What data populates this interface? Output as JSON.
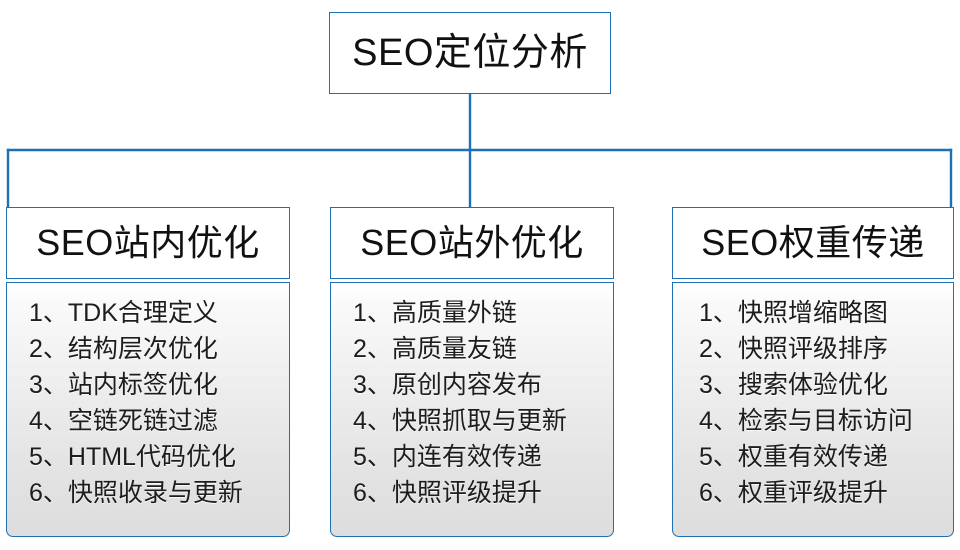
{
  "diagram": {
    "type": "organization-tree",
    "root": {
      "label": "SEO定位分析"
    },
    "accent_color": "#1f6fb5",
    "branches": [
      {
        "id": "on-site",
        "header": "SEO站内优化",
        "items": [
          "1、TDK合理定义",
          "2、结构层次优化",
          "3、站内标签优化",
          "4、空链死链过滤",
          "5、HTML代码优化",
          "6、快照收录与更新"
        ]
      },
      {
        "id": "off-site",
        "header": "SEO站外优化",
        "items": [
          "1、高质量外链",
          "2、高质量友链",
          "3、原创内容发布",
          "4、快照抓取与更新",
          "5、内连有效传递",
          "6、快照评级提升"
        ]
      },
      {
        "id": "weight-transfer",
        "header": "SEO权重传递",
        "items": [
          "1、快照增缩略图",
          "2、快照评级排序",
          "3、搜索体验优化",
          "4、检索与目标访问",
          "5、权重有效传递",
          "6、权重评级提升"
        ]
      }
    ]
  }
}
